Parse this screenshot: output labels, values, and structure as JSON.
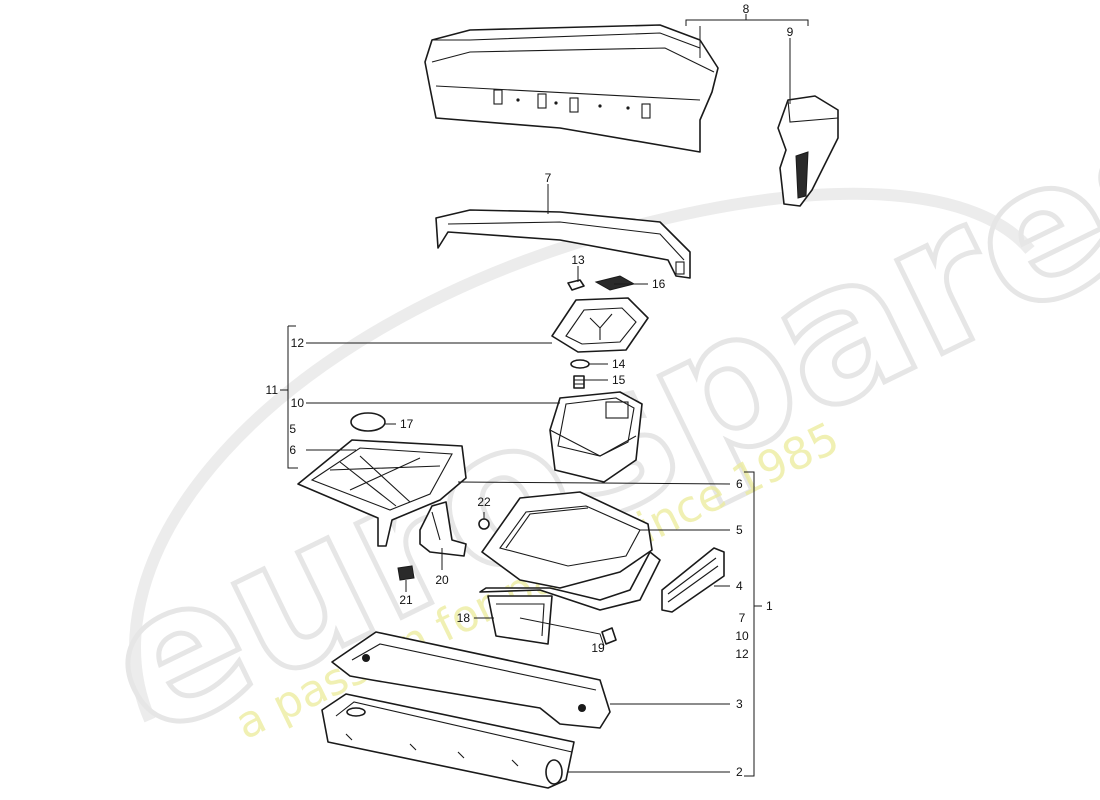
{
  "watermark": {
    "brand": "eurospares",
    "tagline": "a passion for parts since 1985"
  },
  "callouts": [
    {
      "id": "c1",
      "label": "1"
    },
    {
      "id": "c2",
      "label": "2"
    },
    {
      "id": "c3",
      "label": "3"
    },
    {
      "id": "c4",
      "label": "4"
    },
    {
      "id": "c5r",
      "label": "5"
    },
    {
      "id": "c6r",
      "label": "6"
    },
    {
      "id": "c7",
      "label": "7"
    },
    {
      "id": "c8",
      "label": "8"
    },
    {
      "id": "c9",
      "label": "9"
    },
    {
      "id": "c10",
      "label": "10"
    },
    {
      "id": "c11",
      "label": "11"
    },
    {
      "id": "c12",
      "label": "12"
    },
    {
      "id": "c13",
      "label": "13"
    },
    {
      "id": "c14",
      "label": "14"
    },
    {
      "id": "c15",
      "label": "15"
    },
    {
      "id": "c16",
      "label": "16"
    },
    {
      "id": "c17",
      "label": "17"
    },
    {
      "id": "c18",
      "label": "18"
    },
    {
      "id": "c19",
      "label": "19"
    },
    {
      "id": "c20",
      "label": "20"
    },
    {
      "id": "c21",
      "label": "21"
    },
    {
      "id": "c22",
      "label": "22"
    },
    {
      "id": "c5l",
      "label": "5"
    },
    {
      "id": "c6l",
      "label": "6"
    }
  ],
  "group_1_includes": [
    "7",
    "10",
    "12"
  ]
}
